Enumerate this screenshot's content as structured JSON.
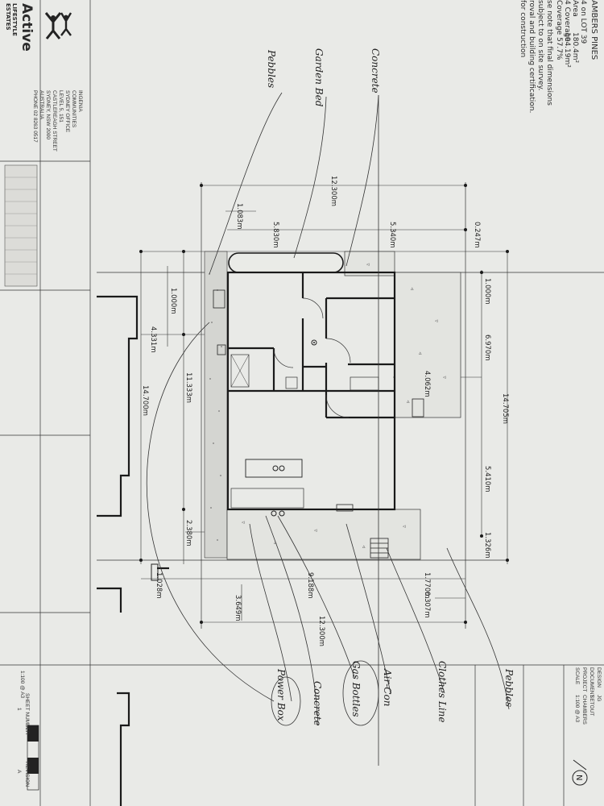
{
  "title_block": {
    "brand_main": "Active",
    "brand_line1": "LIFESTYLE",
    "brand_line2": "ESTATES",
    "company_lines": [
      "INGENIA",
      "COMMUNITIES",
      "SYDNEY OFFICE",
      "LEVEL 5, 151",
      "CASTLEREAGH STREET",
      "SYDNEY, NSW 2000",
      "AUSTRALIA",
      "PHONE 02 8263 0517"
    ]
  },
  "site_info": {
    "heading": "AMBERS PINES",
    "lines": [
      "4 on LOT 39",
      "Area",
      "4 Coverage",
      "Coverage  57.7%"
    ],
    "values": [
      "180.4m²",
      "104.19m²"
    ],
    "notes": [
      "se note that final dimensions",
      "subject to on site survey.",
      "roval and building certification.",
      "for construction"
    ]
  },
  "dimensions": {
    "top_total": "12.300m",
    "top_left": "1.083m",
    "top_mid": "5.830m",
    "top_right": "5.340m",
    "top_edge": "0.247m",
    "right_top": "1.000m",
    "right_mid": "6.970m",
    "right_total": "14.705m",
    "right_low": "5.410m",
    "right_bottom": "1.326m",
    "inner_depth": "4.062m",
    "left_top": "1.000m",
    "left_offset": "4.331m",
    "left_total": "14.700m",
    "left_mid": "11.333m",
    "left_low": "2.380m",
    "bottom_left": "1.028m",
    "bottom_mid": "9.188m",
    "bottom_right": "1.770m",
    "bottom_edge": "0.307m",
    "bottom_drop": "3.649m",
    "bottom_total": "12.300m"
  },
  "annotations": [
    "Concrete",
    "Garden Bed",
    "Pebbles",
    "Power Box",
    "Concrete",
    "Gas Bottles",
    "Air-Con",
    "Clothes Line",
    "Pebbles"
  ],
  "drawing_info": {
    "labels": [
      "DESIGN",
      "DOCUMENT",
      "PROJECT",
      "SCALE"
    ],
    "values": [
      "JG",
      "SETOUT",
      "CHAMBERS",
      "1:100 @ A3"
    ],
    "scale_note": "1:100 @ A3",
    "sheet_label": "SHEET NUMBER",
    "sheet_value": "1",
    "revision_label": "REVISION",
    "revision_value": "A"
  },
  "colors": {
    "paper": "#ebecea",
    "background": "#d9dad6",
    "line": "#1a1a1a"
  }
}
